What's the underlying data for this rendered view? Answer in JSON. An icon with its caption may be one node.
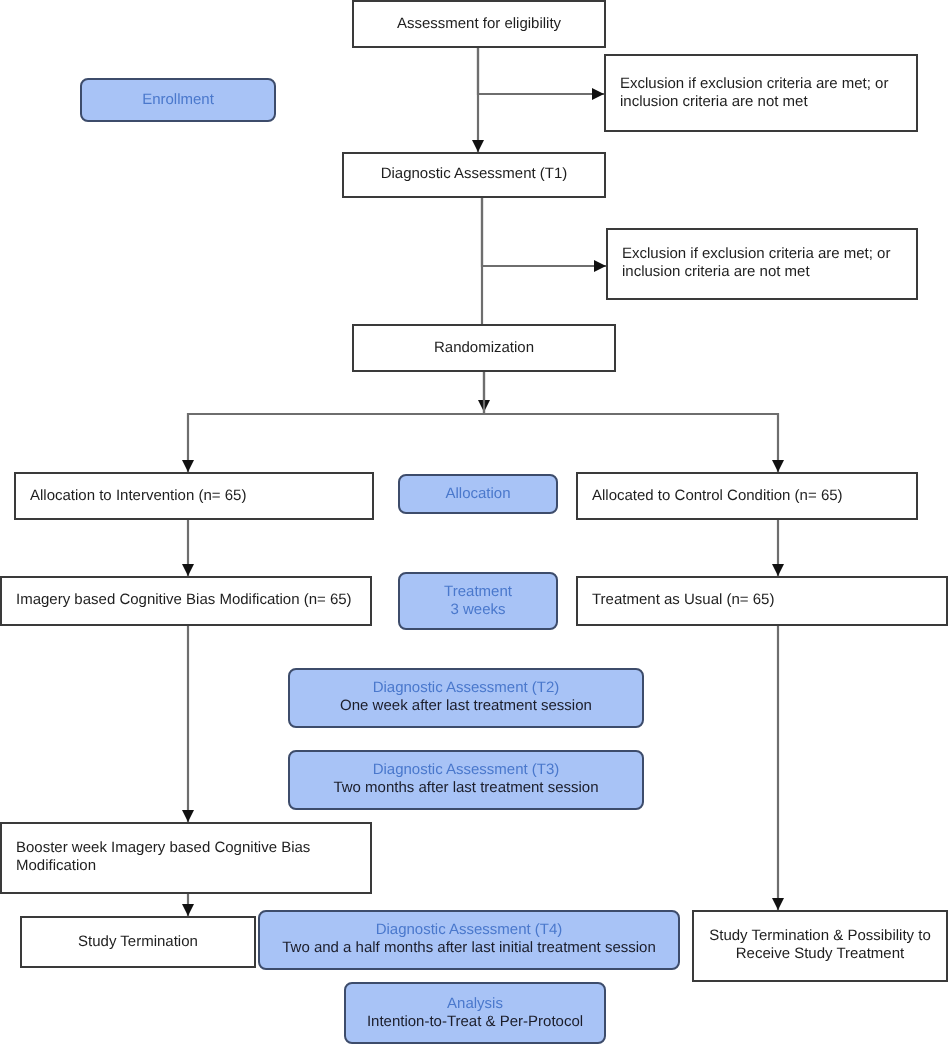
{
  "diagram": {
    "nodes": [
      {
        "text": [
          "Assessment for eligibility"
        ]
      },
      {
        "text": [
          "Enrollment"
        ]
      },
      {
        "text": [
          "Exclusion if exclusion criteria are met; or inclusion criteria are not met"
        ]
      },
      {
        "text": [
          "Diagnostic Assessment (T1)"
        ]
      },
      {
        "text": [
          "Exclusion if exclusion criteria are met; or inclusion criteria are not met"
        ]
      },
      {
        "text": [
          "Randomization"
        ]
      },
      {
        "text": [
          "Allocation to Intervention (n= 65)"
        ]
      },
      {
        "text": [
          "Allocation"
        ]
      },
      {
        "text": [
          "Allocated to Control Condition (n= 65)"
        ]
      },
      {
        "text": [
          "Imagery based Cognitive Bias Modification (n= 65)"
        ]
      },
      {
        "text": [
          "Treatment 3 weeks"
        ]
      },
      {
        "text": [
          "Treatment as Usual (n= 65)"
        ]
      },
      {
        "text": [
          "Diagnostic Assessment (T2)",
          "One week after last treatment session"
        ]
      },
      {
        "text": [
          "Diagnostic Assessment (T3)",
          "Two months after last treatment session"
        ]
      },
      {
        "text": [
          "Booster week Imagery based Cognitive Bias Modification"
        ]
      },
      {
        "text": [
          "Study Termination"
        ]
      },
      {
        "text": [
          "Diagnostic Assessment (T4)",
          "Two and a half months after last initial treatment session"
        ]
      },
      {
        "text": [
          "Study Termination & Possibility to Receive Study Treatment"
        ]
      },
      {
        "text": [
          "Analysis",
          "Intention-to-Treat & Per-Protocol"
        ]
      }
    ],
    "edges": [
      {
        "from": 0,
        "to": 3,
        "arrow": "to"
      },
      {
        "from": 0,
        "to": 2,
        "arrow": "to"
      },
      {
        "from": 3,
        "to": 5,
        "arrow": "none"
      },
      {
        "from": 3,
        "to": 4,
        "arrow": "to"
      },
      {
        "from": 5,
        "to": 6,
        "arrow": "to"
      },
      {
        "from": 5,
        "to": 8,
        "arrow": "to"
      },
      {
        "from": 6,
        "to": 9,
        "arrow": "to"
      },
      {
        "from": 8,
        "to": 11,
        "arrow": "to"
      },
      {
        "from": 9,
        "to": 14,
        "arrow": "to"
      },
      {
        "from": 14,
        "to": 15,
        "arrow": "to"
      },
      {
        "from": 11,
        "to": 17,
        "arrow": "to"
      }
    ]
  }
}
